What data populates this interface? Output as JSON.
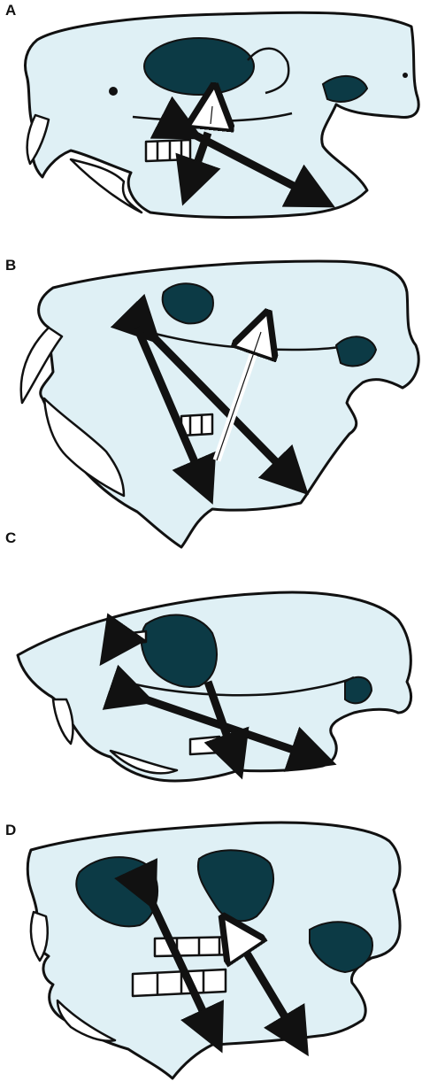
{
  "panels": [
    {
      "label": "A"
    },
    {
      "label": "B"
    },
    {
      "label": "C"
    },
    {
      "label": "D"
    }
  ],
  "colors": {
    "bone_fill": "#dff0f5",
    "outline": "#111111",
    "muscle_arrow_dark": "#111111",
    "muscle_arrow_light": "#ffffff",
    "shadow": "#0c3a45"
  }
}
